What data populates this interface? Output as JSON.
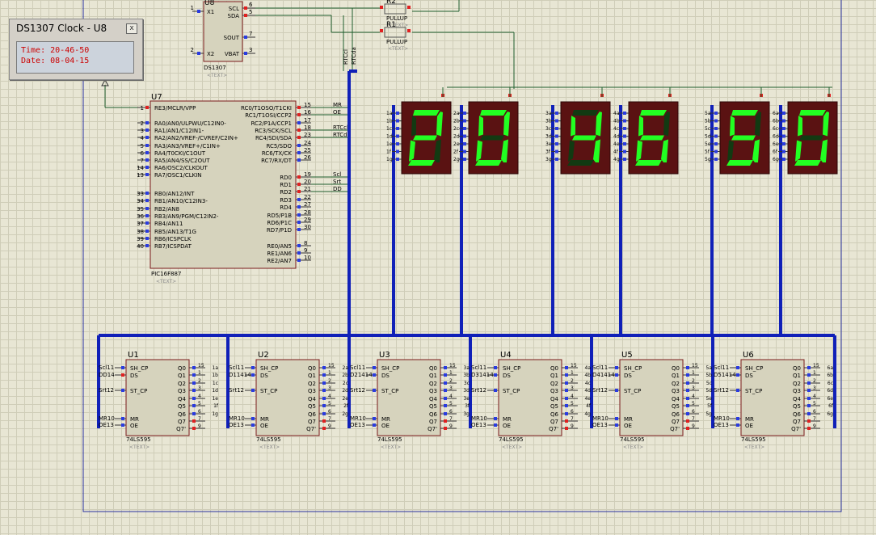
{
  "popup": {
    "title": "DS1307 Clock - U8",
    "close": "x",
    "time_label": "Time:",
    "time_value": "20-46-50",
    "date_label": "Date:",
    "date_value": "08-04-15"
  },
  "rtc": {
    "designator": "U8",
    "part": "DS1307",
    "text_placeholder": "<TEXT>",
    "pins_left": [
      {
        "num": "1",
        "name": "X1"
      },
      {
        "num": "2",
        "name": "X2"
      }
    ],
    "pins_right": [
      {
        "num": "6",
        "name": "SCL"
      },
      {
        "num": "5",
        "name": "SDA"
      },
      {
        "num": "7",
        "name": "SOUT"
      },
      {
        "num": "3",
        "name": "VBAT"
      }
    ]
  },
  "pullups": [
    {
      "designator": "R2",
      "value": "PULLUP",
      "text": "<TEXT>"
    },
    {
      "designator": "R1",
      "value": "PULLUP",
      "text": "<TEXT>"
    }
  ],
  "rtc_nets": [
    "RTCcl",
    "RTCda"
  ],
  "mcu": {
    "designator": "U7",
    "part": "PIC16F887",
    "text_placeholder": "<TEXT>",
    "left_pins": [
      {
        "num": "1",
        "name": "RE3/MCLR/VPP"
      },
      {
        "num": "2",
        "name": "RA0/AN0/ULPWU/C12IN0-"
      },
      {
        "num": "3",
        "name": "RA1/AN1/C12IN1-"
      },
      {
        "num": "4",
        "name": "RA2/AN2/VREF-/CVREF/C2IN+"
      },
      {
        "num": "5",
        "name": "RA3/AN3/VREF+/C1IN+"
      },
      {
        "num": "6",
        "name": "RA4/T0CKI/C1OUT"
      },
      {
        "num": "7",
        "name": "RA5/AN4/SS/C2OUT"
      },
      {
        "num": "14",
        "name": "RA6/OSC2/CLKOUT"
      },
      {
        "num": "13",
        "name": "RA7/OSC1/CLKIN"
      },
      {
        "num": "33",
        "name": "RB0/AN12/INT"
      },
      {
        "num": "34",
        "name": "RB1/AN10/C12IN3-"
      },
      {
        "num": "35",
        "name": "RB2/AN8"
      },
      {
        "num": "36",
        "name": "RB3/AN9/PGM/C12IN2-"
      },
      {
        "num": "37",
        "name": "RB4/AN11"
      },
      {
        "num": "38",
        "name": "RB5/AN13/T1G"
      },
      {
        "num": "39",
        "name": "RB6/ICSPCLK"
      },
      {
        "num": "40",
        "name": "RB7/ICSPDAT"
      }
    ],
    "right_pins": [
      {
        "num": "15",
        "name": "RC0/T1OSO/T1CKI",
        "net": "MR"
      },
      {
        "num": "16",
        "name": "RC1/T1OSI/CCP2",
        "net": "OE"
      },
      {
        "num": "17",
        "name": "RC2/P1A/CCP1",
        "net": ""
      },
      {
        "num": "18",
        "name": "RC3/SCK/SCL",
        "net": "RTCcl"
      },
      {
        "num": "23",
        "name": "RC4/SDI/SDA",
        "net": "RTCda"
      },
      {
        "num": "24",
        "name": "RC5/SDO",
        "net": ""
      },
      {
        "num": "25",
        "name": "RC6/TX/CK",
        "net": ""
      },
      {
        "num": "26",
        "name": "RC7/RX/DT",
        "net": ""
      },
      {
        "num": "19",
        "name": "RD0",
        "net": "Scl"
      },
      {
        "num": "20",
        "name": "RD1",
        "net": "Srt"
      },
      {
        "num": "21",
        "name": "RD2",
        "net": "DD"
      },
      {
        "num": "22",
        "name": "RD3",
        "net": ""
      },
      {
        "num": "27",
        "name": "RD4",
        "net": ""
      },
      {
        "num": "28",
        "name": "RD5/P1B",
        "net": ""
      },
      {
        "num": "29",
        "name": "RD6/P1C",
        "net": ""
      },
      {
        "num": "30",
        "name": "RD7/P1D",
        "net": ""
      },
      {
        "num": "8",
        "name": "RE0/AN5",
        "net": ""
      },
      {
        "num": "9",
        "name": "RE1/AN6",
        "net": ""
      },
      {
        "num": "10",
        "name": "RE2/AN7",
        "net": ""
      }
    ]
  },
  "displays": [
    {
      "digit": "2",
      "label": "1"
    },
    {
      "digit": "0",
      "label": "2"
    },
    {
      "digit": "4",
      "label": "3"
    },
    {
      "digit": "6",
      "label": "4"
    },
    {
      "digit": "5",
      "label": "5"
    },
    {
      "digit": "0",
      "label": "6"
    }
  ],
  "shift_registers": [
    {
      "designator": "U1",
      "ds_net": "DD",
      "out_prefix": "1"
    },
    {
      "designator": "U2",
      "ds_net": "D114",
      "out_prefix": "2"
    },
    {
      "designator": "U3",
      "ds_net": "D214",
      "out_prefix": "3"
    },
    {
      "designator": "U4",
      "ds_net": "D314",
      "out_prefix": "4"
    },
    {
      "designator": "U5",
      "ds_net": "D414",
      "out_prefix": "5"
    },
    {
      "designator": "U6",
      "ds_net": "D514",
      "out_prefix": "6"
    }
  ],
  "sr_common": {
    "part": "74LS595",
    "text_placeholder": "<TEXT>",
    "pins_left": [
      "SH_CP",
      "DS",
      "ST_CP",
      "MR",
      "OE"
    ],
    "pins_right": [
      "Q0",
      "Q1",
      "Q2",
      "Q3",
      "Q4",
      "Q5",
      "Q6",
      "Q7",
      "Q7'"
    ],
    "pin_nums_left": [
      "11",
      "14",
      "12",
      "10",
      "13"
    ],
    "pin_nums_right": [
      "15",
      "1",
      "2",
      "3",
      "4",
      "5",
      "6",
      "7",
      "9"
    ],
    "nets_left": [
      "Scl",
      "DS",
      "Srt",
      "MR",
      "OE"
    ],
    "out_suffix": [
      "a",
      "b",
      "c",
      "d",
      "e",
      "f",
      "g"
    ]
  }
}
